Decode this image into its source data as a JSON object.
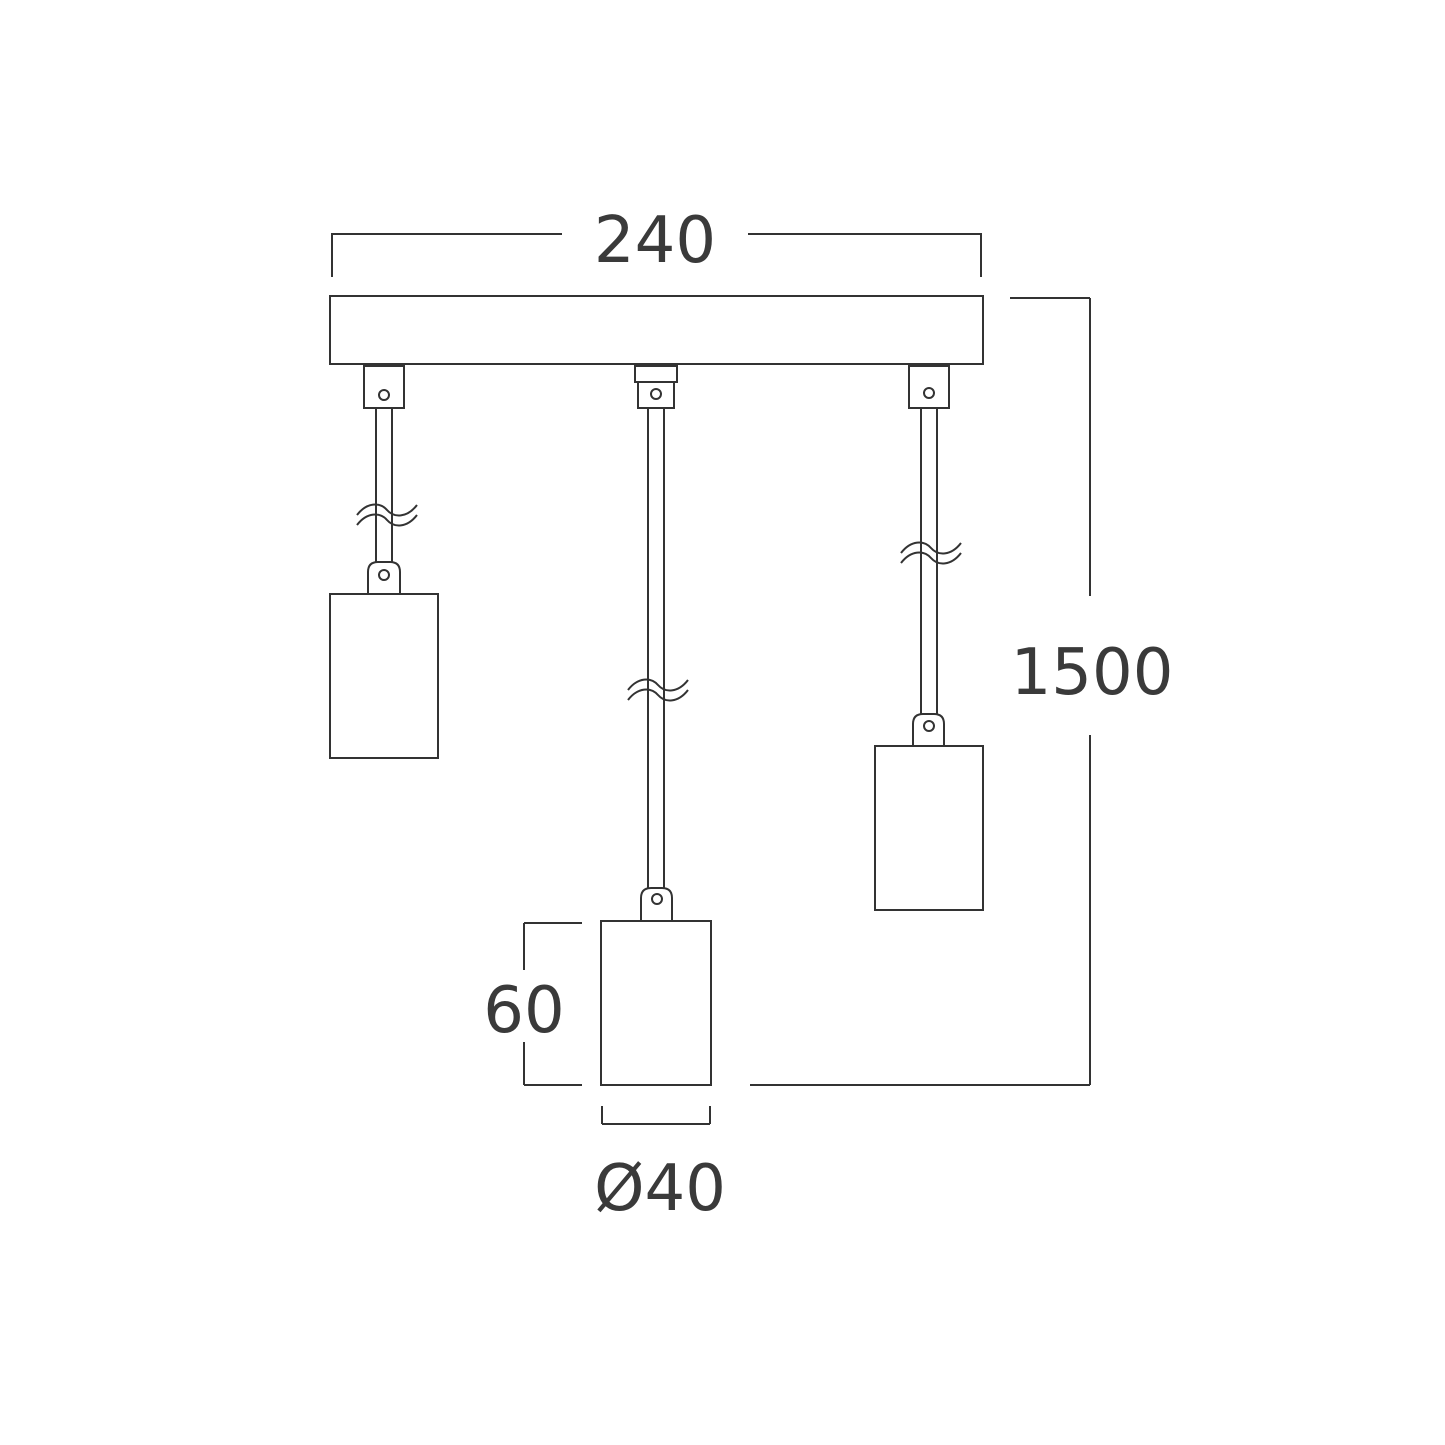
{
  "dimensions": {
    "width_label": "240",
    "height_label": "1500",
    "shade_height_label": "60",
    "shade_diameter_label": "Ø40"
  },
  "colors": {
    "line": "#333333",
    "text": "#3a3a3a",
    "background": "#ffffff"
  }
}
